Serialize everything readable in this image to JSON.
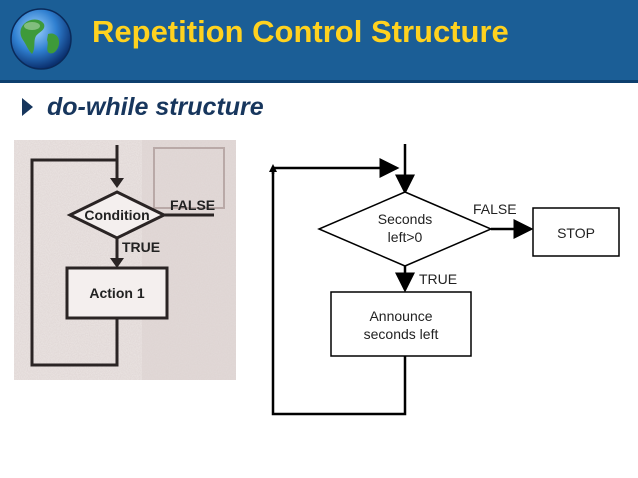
{
  "header": {
    "title": "Repetition Control Structure",
    "globe_icon": "globe-icon",
    "background_color": "#1b5e96",
    "title_color": "#ffd21f"
  },
  "bullet": {
    "icon": "triangle-bullet-icon",
    "text": "do-while structure"
  },
  "scanned_flowchart": {
    "decision_label": "Condition",
    "false_label": "FALSE",
    "true_label": "TRUE",
    "action_label": "Action 1"
  },
  "flowchart": {
    "decision_line1": "Seconds",
    "decision_line2": "left>0",
    "false_label": "FALSE",
    "true_label": "TRUE",
    "stop_label": "STOP",
    "action_line1": "Announce",
    "action_line2": "seconds left"
  }
}
